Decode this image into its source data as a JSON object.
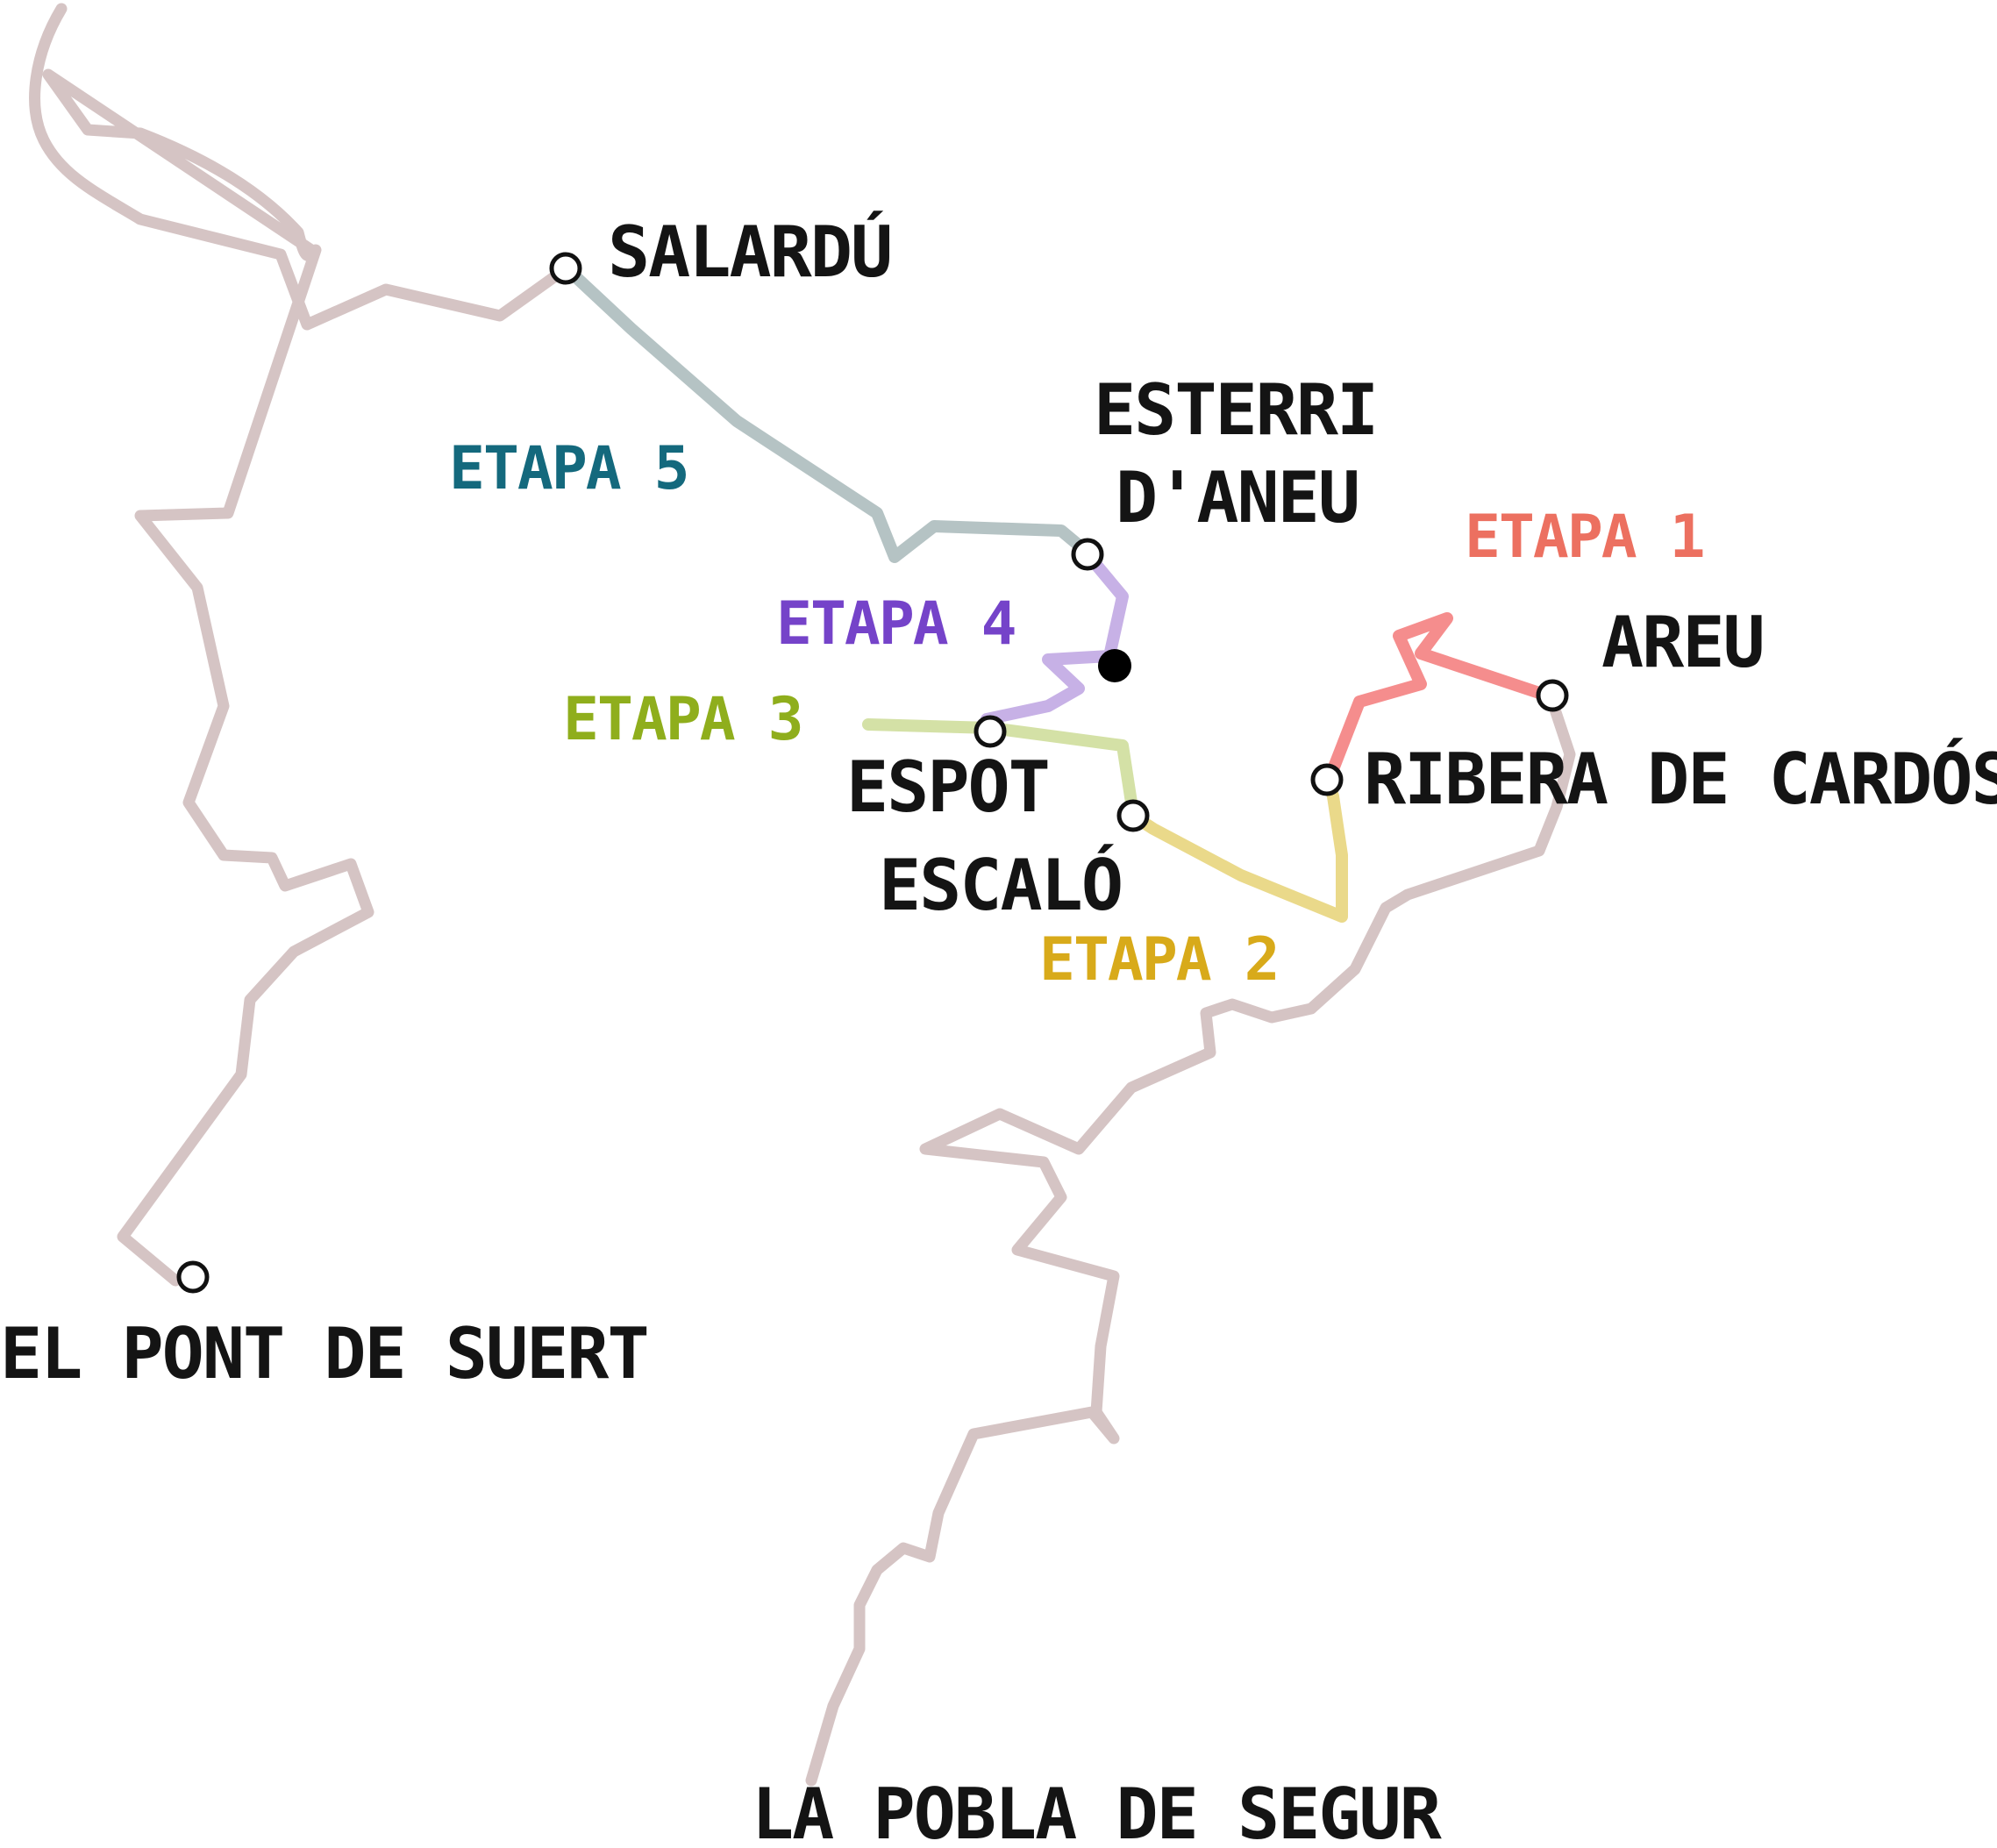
{
  "map": {
    "towns": {
      "salardu": "SALARDÚ",
      "esterri_line1": "ESTERRI",
      "esterri_line2": "D'ANEU",
      "areu": "AREU",
      "ribera": "RIBERA DE CARDÓS",
      "espot": "ESPOT",
      "escalo": "ESCALÓ",
      "pont_suert": "EL PONT DE SUERT",
      "pobla_segur": "LA POBLA DE SEGUR"
    },
    "stages": [
      {
        "label": "ETAPA 1",
        "color": "#f58d8d",
        "text_color": "#ec7060"
      },
      {
        "label": "ETAPA 2",
        "color": "#ead98a",
        "text_color": "#d8aa1a"
      },
      {
        "label": "ETAPA 3",
        "color": "#d4e1a6",
        "text_color": "#8fae1c"
      },
      {
        "label": "ETAPA 4",
        "color": "#c7b1e6",
        "text_color": "#7543c9"
      },
      {
        "label": "ETAPA 5",
        "color": "#b5c3c4",
        "text_color": "#14697d"
      }
    ],
    "road_color": "#d5c4c4"
  }
}
